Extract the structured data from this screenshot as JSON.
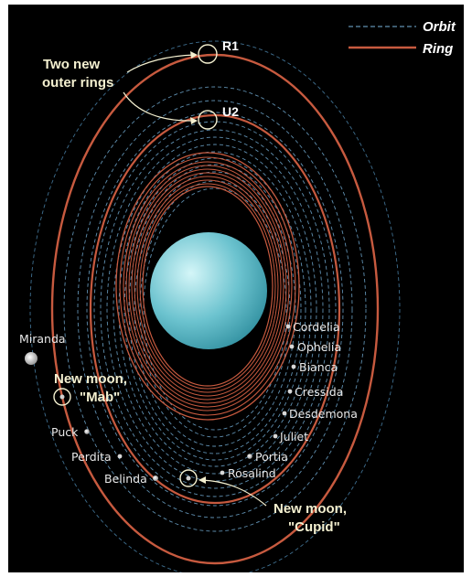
{
  "colors": {
    "background": "#000000",
    "orbit": "#5f8fb0",
    "ring": "#c75a3f",
    "planet_light": "#c8f0f4",
    "planet_dark": "#3b9fae",
    "moon": "#c9c9c9",
    "annotation": "#f4f0d0"
  },
  "legend": {
    "orbit_label": "Orbit",
    "ring_label": "Ring"
  },
  "rings": {
    "r1_label": "R1",
    "u2_label": "U2"
  },
  "annotations": {
    "outer_rings_line1": "Two new",
    "outer_rings_line2": "outer rings",
    "mab_line1": "New moon,",
    "mab_line2": "\"Mab\"",
    "cupid_line1": "New moon,",
    "cupid_line2": "\"Cupid\""
  },
  "moons": [
    "Cordelia",
    "Ophelia",
    "Bianca",
    "Cressida",
    "Desdemona",
    "Juliet",
    "Portia",
    "Rosalind",
    "Belinda",
    "Perdita",
    "Puck",
    "Miranda"
  ]
}
